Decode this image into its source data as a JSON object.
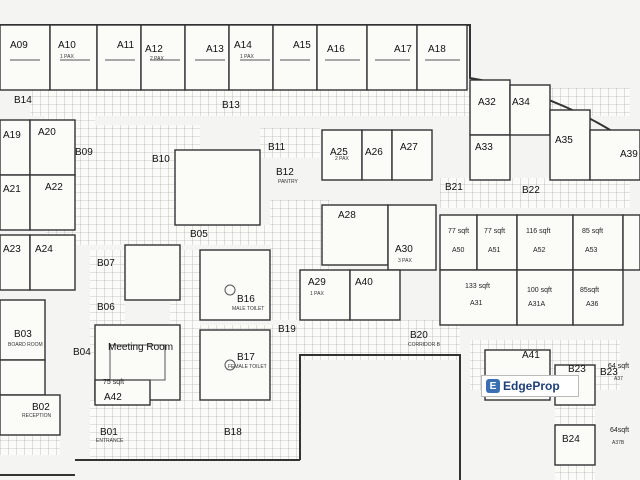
{
  "logo": {
    "text": "EdgeProp",
    "mark": "E"
  },
  "colors": {
    "wall": "#333333",
    "floor": "#fbfbf8",
    "tile": "#9a9a9a",
    "brand": "#1f3f78"
  },
  "rooms_top": [
    "A09",
    "A10",
    "A11",
    "A12",
    "A13",
    "A14",
    "A15",
    "A16",
    "A17",
    "A18"
  ],
  "rooms_left": [
    "A19",
    "A20",
    "A21",
    "A22",
    "A23",
    "A24"
  ],
  "rooms_mid": [
    "A25",
    "A26",
    "A27",
    "A28",
    "A29",
    "A30",
    "A40"
  ],
  "rooms_right": [
    "A32",
    "A33",
    "A34",
    "A35",
    "A39"
  ],
  "corridors": [
    "B02",
    "B03",
    "B04",
    "B06",
    "B07",
    "B09",
    "B10",
    "B11",
    "B12",
    "B13",
    "B14",
    "B16",
    "B17",
    "B18",
    "B19",
    "B20",
    "B21",
    "B22",
    "B23",
    "B24",
    "B01"
  ],
  "labels": {
    "meeting": "Meeting Room",
    "a42_sqft": "75 sqft",
    "a42": "A42",
    "a41": "A41",
    "a37_sqft": "64 sqft",
    "a37": "A37",
    "a37b_sqft": "64sqft",
    "a37b": "A37B",
    "b23": "B23",
    "b05": "B05",
    "corridor_b": "CORRIDOR B",
    "male": "MALE TOILET",
    "female": "FEMALE TOILET",
    "reception": "RECEPTION",
    "boardroom": "BOARD ROOM",
    "entrance": "ENTRANCE",
    "pantry": "PANTRY"
  },
  "units": [
    {
      "name": "A50",
      "sqft": "77 sqft"
    },
    {
      "name": "A51",
      "sqft": "77 sqft"
    },
    {
      "name": "A52",
      "sqft": "116 sqft"
    },
    {
      "name": "A53",
      "sqft": "85 sqft"
    },
    {
      "name": "A31",
      "sqft": "133 sqft"
    },
    {
      "name": "A31A",
      "sqft": "100 sqft"
    },
    {
      "name": "A36",
      "sqft": "85sqft"
    }
  ],
  "pax": {
    "one": "1 PAX",
    "two": "2 PAX",
    "three": "3 PAX"
  }
}
